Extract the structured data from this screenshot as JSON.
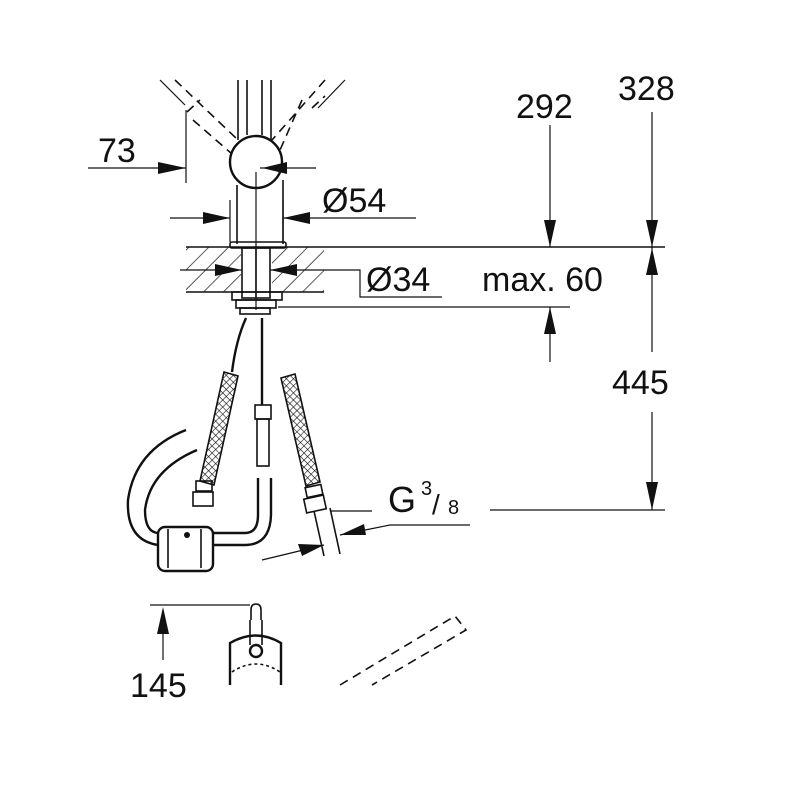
{
  "drawing": {
    "title": "Kitchen faucet installation dimensions",
    "dimensions": {
      "spout_offset": "73",
      "body_diameter": "Ø54",
      "hole_diameter": "Ø34",
      "max_counter_thickness": "max. 60",
      "height_a": "292",
      "height_b": "328",
      "below_counter": "445",
      "thread": "G",
      "thread_num": "3",
      "thread_den": "8",
      "spray_height": "145"
    }
  }
}
